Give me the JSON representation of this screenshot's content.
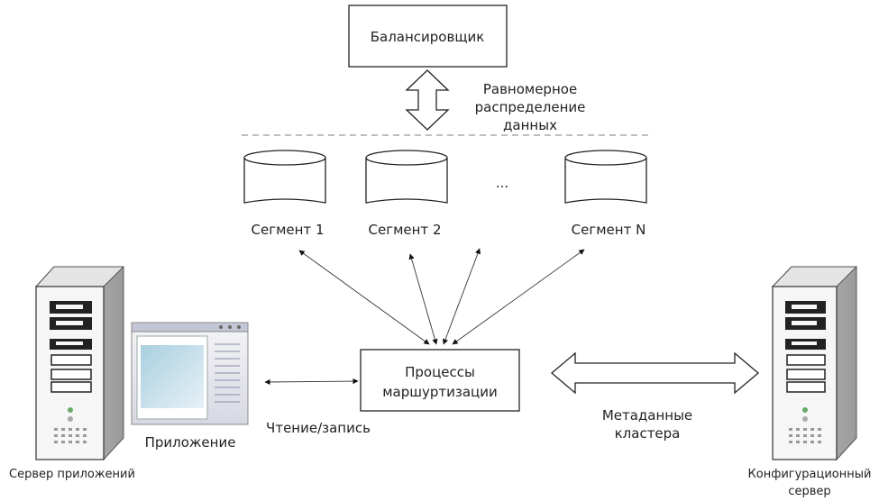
{
  "balancer": {
    "label": "Балансировщик"
  },
  "distribution": {
    "line1": "Равномерное",
    "line2": "распределение",
    "line3": "данных"
  },
  "segments": [
    {
      "label": "Сегмент 1"
    },
    {
      "label": "Сегмент 2"
    },
    {
      "label": "..."
    },
    {
      "label": "Сегмент N"
    }
  ],
  "routing": {
    "line1": "Процессы",
    "line2": "маршуртизации"
  },
  "app": {
    "label": "Приложение"
  },
  "app_server": {
    "label": "Сервер приложений"
  },
  "read_write": {
    "label": "Чтение/запись"
  },
  "metadata": {
    "line1": "Метаданные",
    "line2": "кластера"
  },
  "config_server": {
    "line1": "Конфигурационный",
    "line2": "сервер"
  }
}
